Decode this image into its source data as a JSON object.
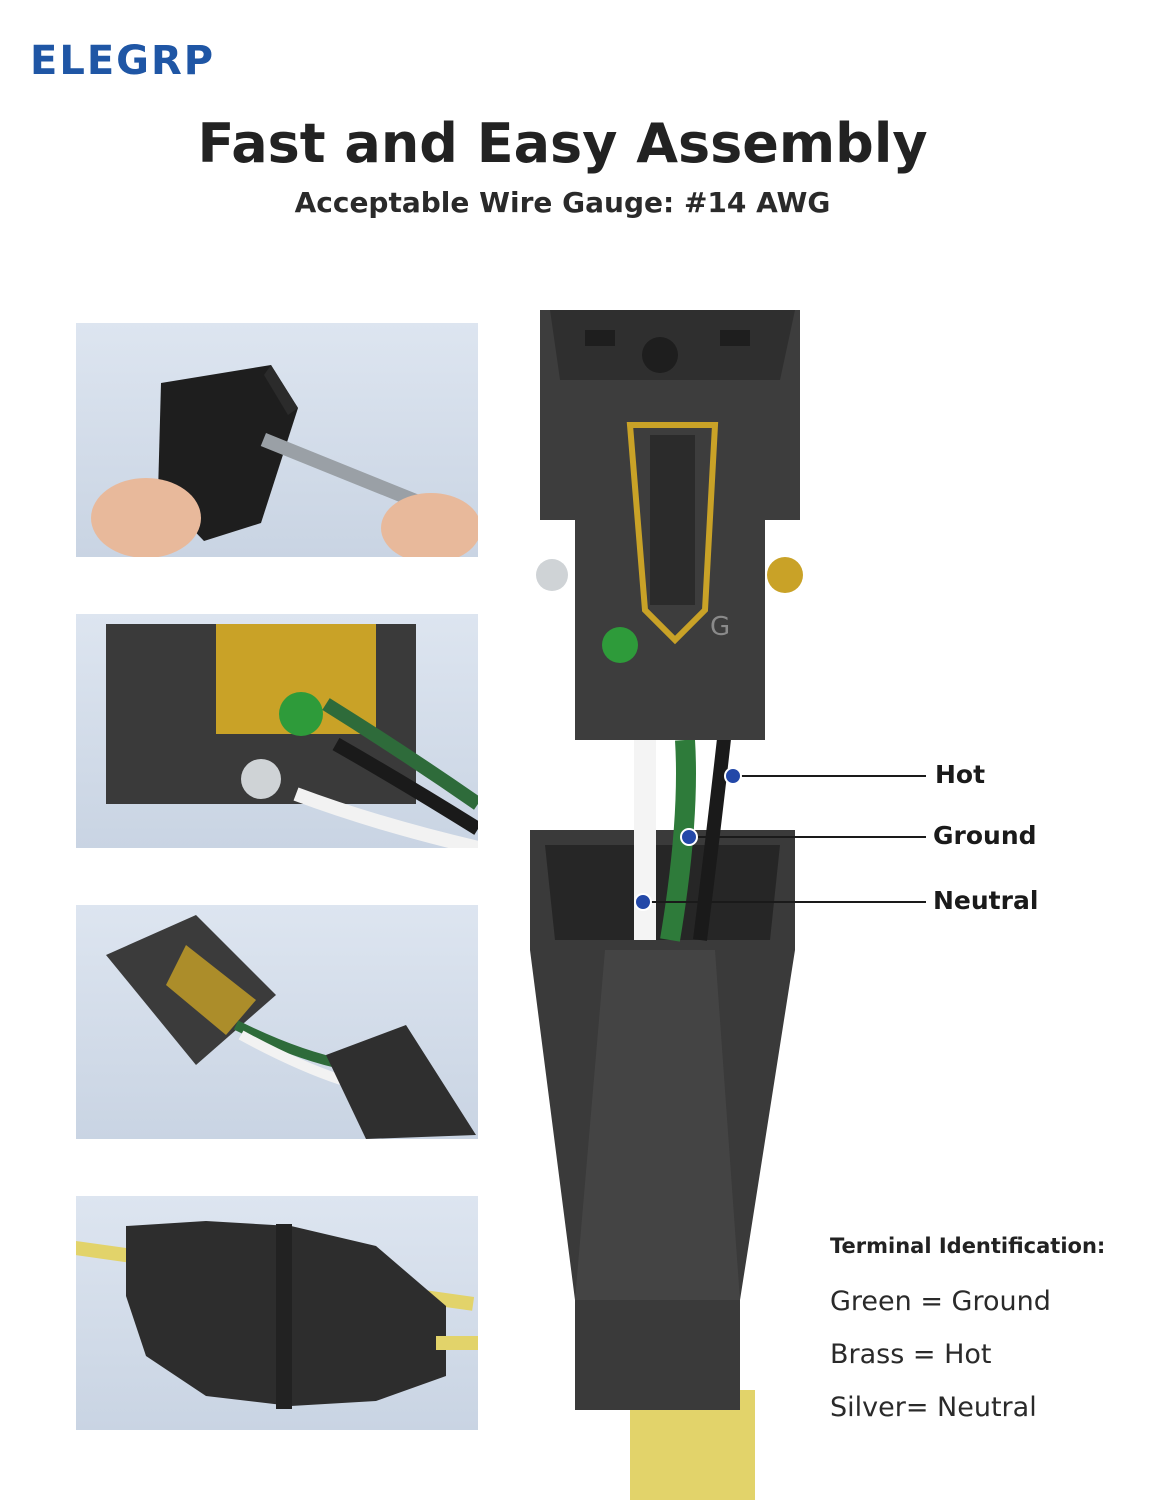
{
  "brand": "ELEGRP",
  "title": "Fast and Easy Assembly",
  "subtitle": "Acceptable Wire Gauge: #14 AWG",
  "callouts": [
    {
      "label": "Hot"
    },
    {
      "label": "Ground"
    },
    {
      "label": "Neutral"
    }
  ],
  "terminal": {
    "heading": "Terminal Identification:",
    "items": [
      "Green = Ground",
      "Brass = Hot",
      "Silver= Neutral"
    ]
  },
  "product_marks": {
    "ground_letter": "G"
  },
  "colors": {
    "brand_blue": "#1f56a5",
    "callout_dot": "#2348a8",
    "housing": "#3b3b3b",
    "brass": "#c9a227",
    "ground_green": "#2e8b3a",
    "cord_yellow": "#e2d36a"
  },
  "panels": [
    {
      "name": "screwdriver-step"
    },
    {
      "name": "terminal-wiring-closeup"
    },
    {
      "name": "insert-into-housing"
    },
    {
      "name": "assembled-connector"
    }
  ]
}
